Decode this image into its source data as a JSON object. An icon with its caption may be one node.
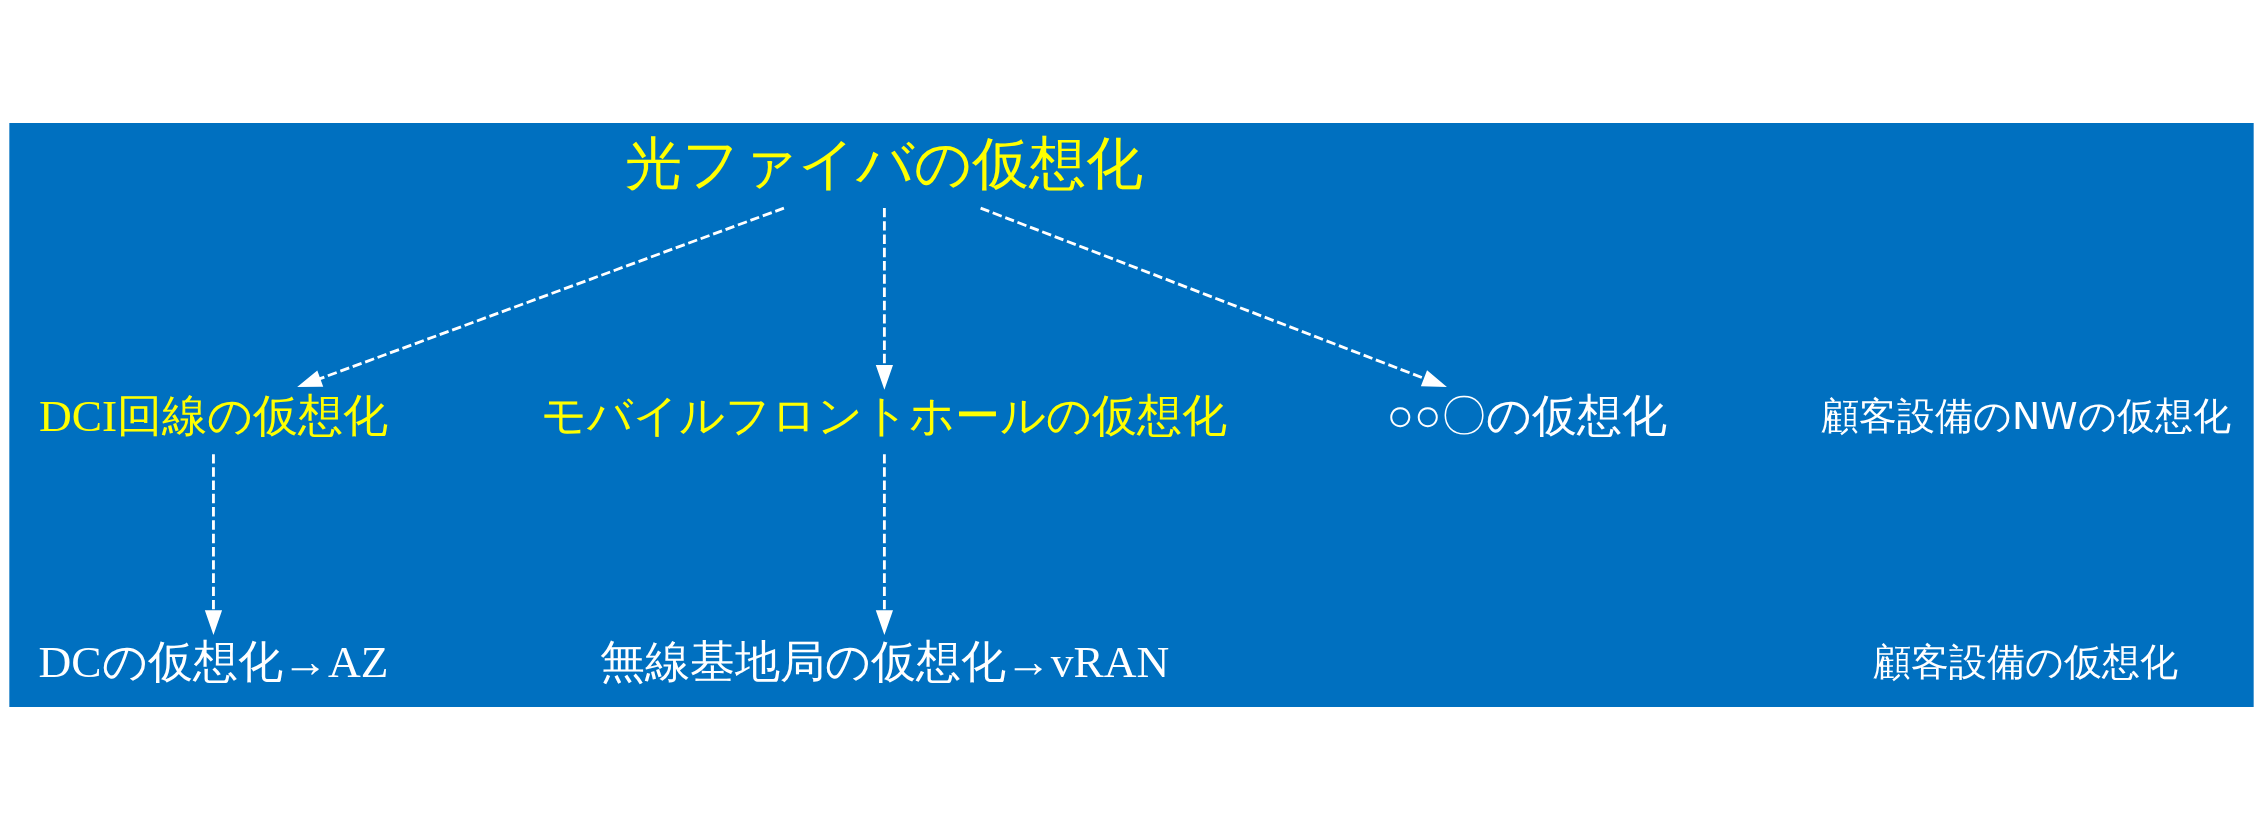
{
  "diagram": {
    "nodes": [
      {
        "text": [
          "光ファイバの仮想化"
        ]
      },
      {
        "text": [
          "DCI回線の仮想化"
        ]
      },
      {
        "text": [
          "モバイルフロントホールの仮想化"
        ]
      },
      {
        "text": [
          "○○〇の仮想化"
        ]
      },
      {
        "text": [
          "DCの仮想化→AZ"
        ]
      },
      {
        "text": [
          "無線基地局の仮想化→vRAN"
        ]
      }
    ],
    "edges": [
      {
        "from": 0,
        "to": 1,
        "arrow": "to",
        "style": "dashed"
      },
      {
        "from": 0,
        "to": 2,
        "arrow": "to",
        "style": "dashed"
      },
      {
        "from": 0,
        "to": 3,
        "arrow": "to",
        "style": "dashed"
      },
      {
        "from": 1,
        "to": 4,
        "arrow": "to",
        "style": "dashed"
      },
      {
        "from": 2,
        "to": 5,
        "arrow": "to",
        "style": "dashed"
      }
    ],
    "labels": [
      "顧客設備のNWの仮想化",
      "顧客設備の仮想化"
    ]
  }
}
